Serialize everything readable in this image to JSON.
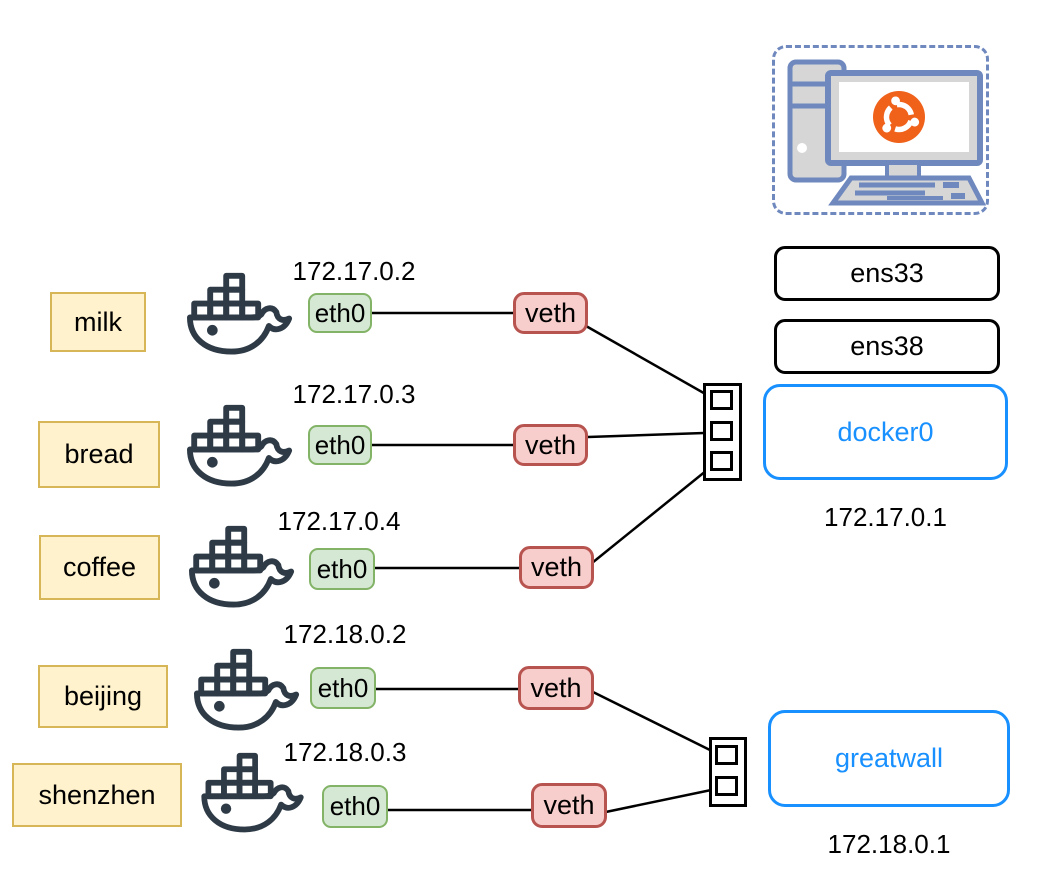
{
  "host": {
    "icon": "ubuntu-host-computer",
    "interfaces": [
      {
        "label": "ens33"
      },
      {
        "label": "ens38"
      }
    ],
    "bridges": [
      {
        "label": "docker0",
        "ip": "172.17.0.1",
        "ports": 3
      },
      {
        "label": "greatwall",
        "ip": "172.18.0.1",
        "ports": 2
      }
    ]
  },
  "containers": [
    {
      "name": "milk",
      "ip": "172.17.0.2",
      "iface": "eth0",
      "veth": "veth",
      "bridge": "docker0"
    },
    {
      "name": "bread",
      "ip": "172.17.0.3",
      "iface": "eth0",
      "veth": "veth",
      "bridge": "docker0"
    },
    {
      "name": "coffee",
      "ip": "172.17.0.4",
      "iface": "eth0",
      "veth": "veth",
      "bridge": "docker0"
    },
    {
      "name": "beijing",
      "ip": "172.18.0.2",
      "iface": "eth0",
      "veth": "veth",
      "bridge": "greatwall"
    },
    {
      "name": "shenzhen",
      "ip": "172.18.0.3",
      "iface": "eth0",
      "veth": "veth",
      "bridge": "greatwall"
    }
  ],
  "icons": {
    "whale": "docker-whale-icon",
    "ubuntu": "ubuntu-logo-icon"
  },
  "colors": {
    "container_label_fill": "#FFF2CC",
    "container_label_border": "#D6B656",
    "eth_fill": "#D5E8D4",
    "eth_border": "#82B366",
    "veth_fill": "#F8CECC",
    "veth_border": "#B85450",
    "bridge_accent": "#1890FF",
    "host_outline": "#6F88BE",
    "ubuntu_orange": "#F0611A",
    "whale": "#2E3B47",
    "line": "#000000"
  }
}
